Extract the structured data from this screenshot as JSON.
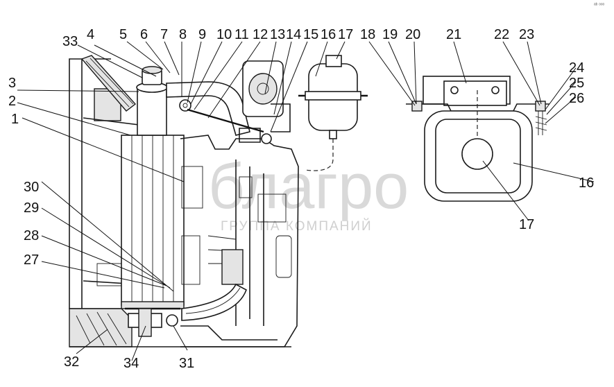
{
  "diagram": {
    "corner_mark": "ᵃᵇ ᵒᵒᵒ",
    "watermark": {
      "brand": "благро",
      "subtitle": "ГРУППА КОМПАНИЙ"
    },
    "callouts": {
      "n1": "1",
      "n2": "2",
      "n3": "3",
      "n4": "4",
      "n5": "5",
      "n6": "6",
      "n7": "7",
      "n8": "8",
      "n9": "9",
      "n10": "10",
      "n11": "11",
      "n12": "12",
      "n13": "13",
      "n14": "14",
      "n15": "15",
      "n16": "16",
      "n17": "17",
      "n18": "18",
      "n19": "19",
      "n20": "20",
      "n21": "21",
      "n22": "22",
      "n23": "23",
      "n24": "24",
      "n25": "25",
      "n26": "26",
      "n27": "27",
      "n28": "28",
      "n29": "29",
      "n30": "30",
      "n31": "31",
      "n32": "32",
      "n33": "33",
      "n34": "34",
      "n16b": "16",
      "n17b": "17"
    }
  }
}
